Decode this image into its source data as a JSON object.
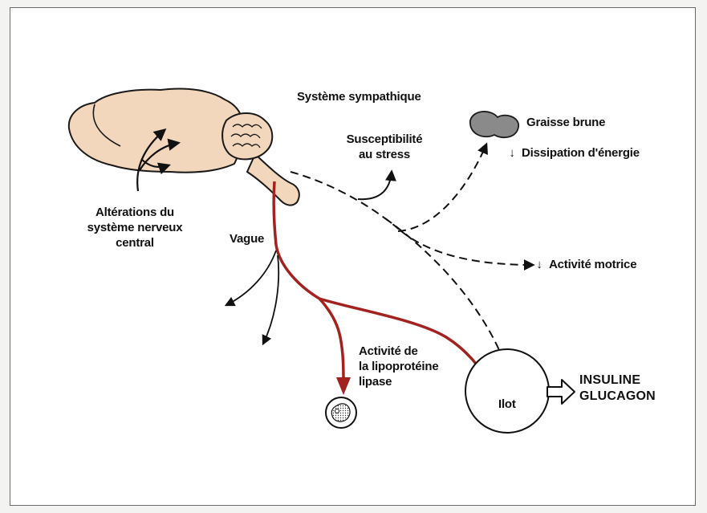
{
  "labels": {
    "sympathetic": "Système sympathique",
    "stress_line1": "Susceptibilité",
    "stress_line2": "au stress",
    "brown_fat": "Graisse brune",
    "energy": "Dissipation d'énergie",
    "cns_line1": "Altérations du",
    "cns_line2": "système nerveux",
    "cns_line3": "central",
    "vagus": "Vague",
    "motor": "Activité motrice",
    "lipase_line1": "Activité de",
    "lipase_line2": "la lipoprotéine",
    "lipase_line3": "lipase",
    "islet": "Ilot",
    "insulin": "INSULINE",
    "glucagon": "GLUCAGON",
    "down_arrow": "↓"
  },
  "colors": {
    "brain": "#f3d7bd",
    "brain_outline": "#1a1a1a",
    "vagus": "#a3211e",
    "brown_fat": "#8a8a8a",
    "ink": "#111111"
  }
}
